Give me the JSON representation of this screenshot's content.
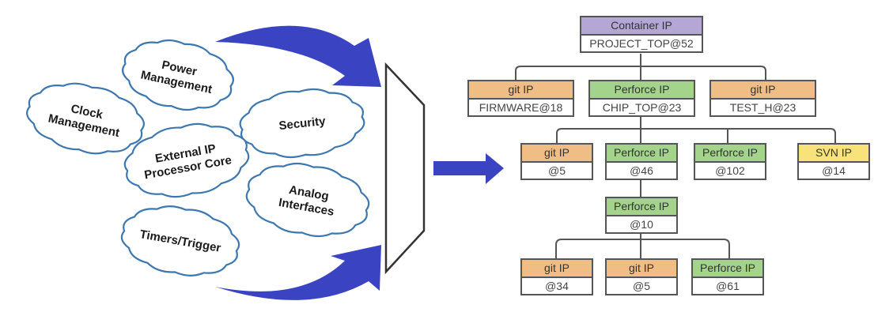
{
  "colors": {
    "arrow": "#3a44c2",
    "cloud_stroke": "#3d77b0",
    "funnel_stroke": "#333333",
    "connector": "#555555",
    "container": "#b4a7d6",
    "git": "#f0be85",
    "perforce": "#a4d38c",
    "svn": "#f8e27a"
  },
  "clouds": [
    {
      "id": "power",
      "lines": [
        "Power",
        "Management"
      ]
    },
    {
      "id": "clock",
      "lines": [
        "Clock",
        "Management"
      ]
    },
    {
      "id": "security",
      "lines": [
        "Security"
      ]
    },
    {
      "id": "external",
      "lines": [
        "External IP",
        "Processor Core"
      ]
    },
    {
      "id": "analog",
      "lines": [
        "Analog",
        "Interfaces"
      ]
    },
    {
      "id": "timers",
      "lines": [
        "Timers/Trigger"
      ]
    }
  ],
  "tree": {
    "root": {
      "type": "Container IP",
      "value": "PROJECT_TOP@52"
    },
    "level1": [
      {
        "type": "git IP",
        "value": "FIRMWARE@18"
      },
      {
        "type": "Perforce IP",
        "value": "CHIP_TOP@23"
      },
      {
        "type": "git IP",
        "value": "TEST_H@23"
      }
    ],
    "level2": [
      {
        "type": "git IP",
        "value": "@5"
      },
      {
        "type": "Perforce IP",
        "value": "@46"
      },
      {
        "type": "Perforce IP",
        "value": "@102"
      },
      {
        "type": "SVN IP",
        "value": "@14"
      }
    ],
    "level3": [
      {
        "type": "Perforce IP",
        "value": "@10"
      }
    ],
    "level4": [
      {
        "type": "git IP",
        "value": "@34"
      },
      {
        "type": "git IP",
        "value": "@5"
      },
      {
        "type": "Perforce IP",
        "value": "@61"
      }
    ]
  }
}
